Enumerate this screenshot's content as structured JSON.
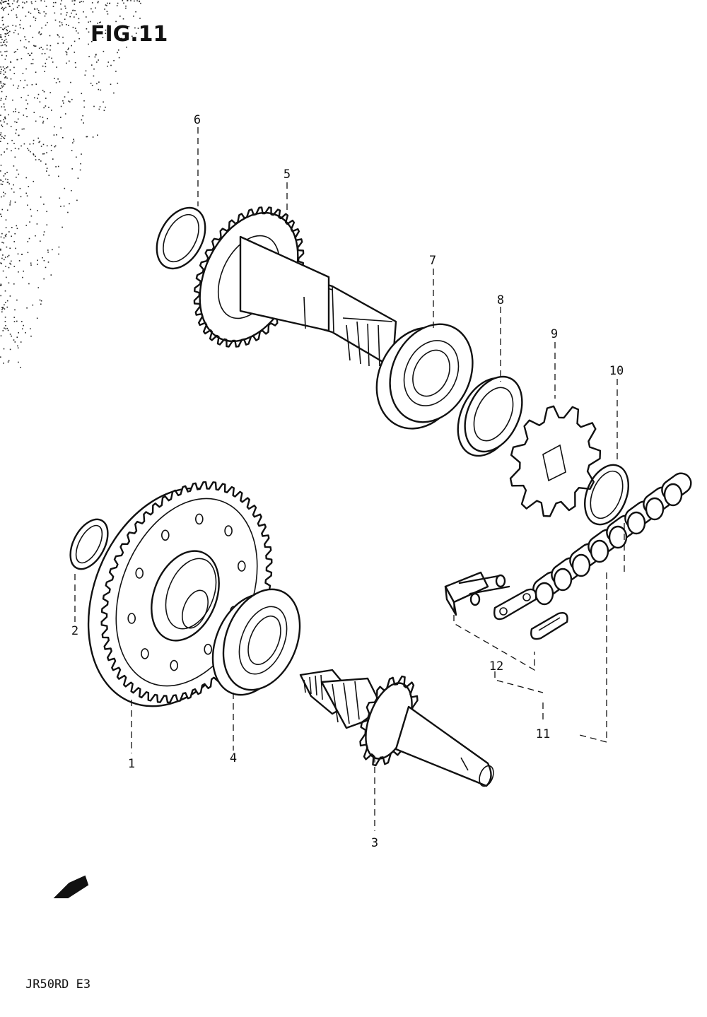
{
  "figure": {
    "title": "FIG.11",
    "model_code": "JR50RD E3"
  },
  "parts": [
    {
      "number": "1"
    },
    {
      "number": "2"
    },
    {
      "number": "3"
    },
    {
      "number": "4"
    },
    {
      "number": "5"
    },
    {
      "number": "6"
    },
    {
      "number": "7"
    },
    {
      "number": "8"
    },
    {
      "number": "9"
    },
    {
      "number": "10"
    },
    {
      "number": "11"
    },
    {
      "number": "12"
    }
  ],
  "icons": {
    "front_arrow": "arrow-icon"
  }
}
